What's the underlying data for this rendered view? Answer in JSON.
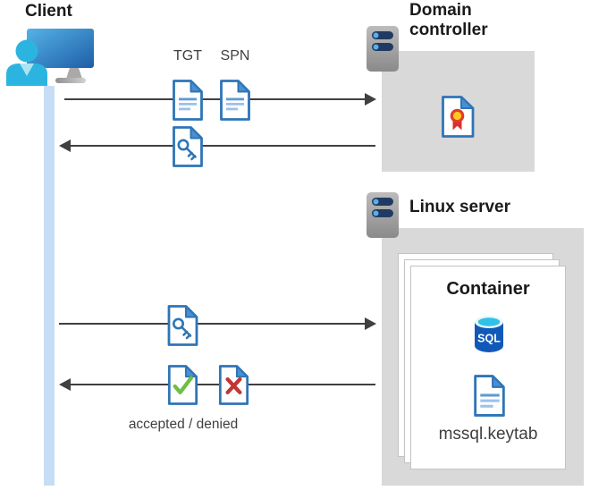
{
  "diagram": {
    "client": {
      "label": "Client"
    },
    "domain_controller": {
      "label": "Domain controller"
    },
    "linux_server": {
      "label": "Linux server"
    },
    "container": {
      "label": "Container",
      "sql_label": "SQL",
      "keytab_label": "mssql.keytab"
    },
    "flows": {
      "tgt_label": "TGT",
      "spn_label": "SPN",
      "accepted_denied_label": "accepted / denied"
    }
  },
  "icons": {
    "client": "user-at-monitor-icon",
    "domain_controller_server": "server-icon",
    "linux_server": "server-icon",
    "tgt": "ticket-document-icon",
    "spn": "ticket-document-icon",
    "session_key": "key-document-icon",
    "service_ticket": "key-document-icon",
    "certificate": "certificate-document-icon",
    "accepted": "check-document-icon",
    "denied": "x-document-icon",
    "sql": "sql-database-icon",
    "keytab_file": "document-icon"
  },
  "colors": {
    "doc_blue": "#2e75b6",
    "doc_line_light": "#9cc2ea",
    "doc_line_dark": "#5b9bd5",
    "box_gray": "#d9d9d9",
    "arrow_gray": "#404040",
    "lifeline_blue": "#c7ddf6",
    "check_green": "#70bf44",
    "deny_red": "#c13636",
    "sql_body_blue": "#1159b8",
    "sql_top_cyan": "#32c1e6",
    "cert_yellow": "#ffc81e",
    "cert_red": "#d63031",
    "server_bar_navy": "#203a63",
    "server_dot_blue": "#59b0e2",
    "person_cyan": "#2cb4e0",
    "label_dark": "#1a1a1a",
    "sublabel_gray": "#3f3f3f"
  }
}
